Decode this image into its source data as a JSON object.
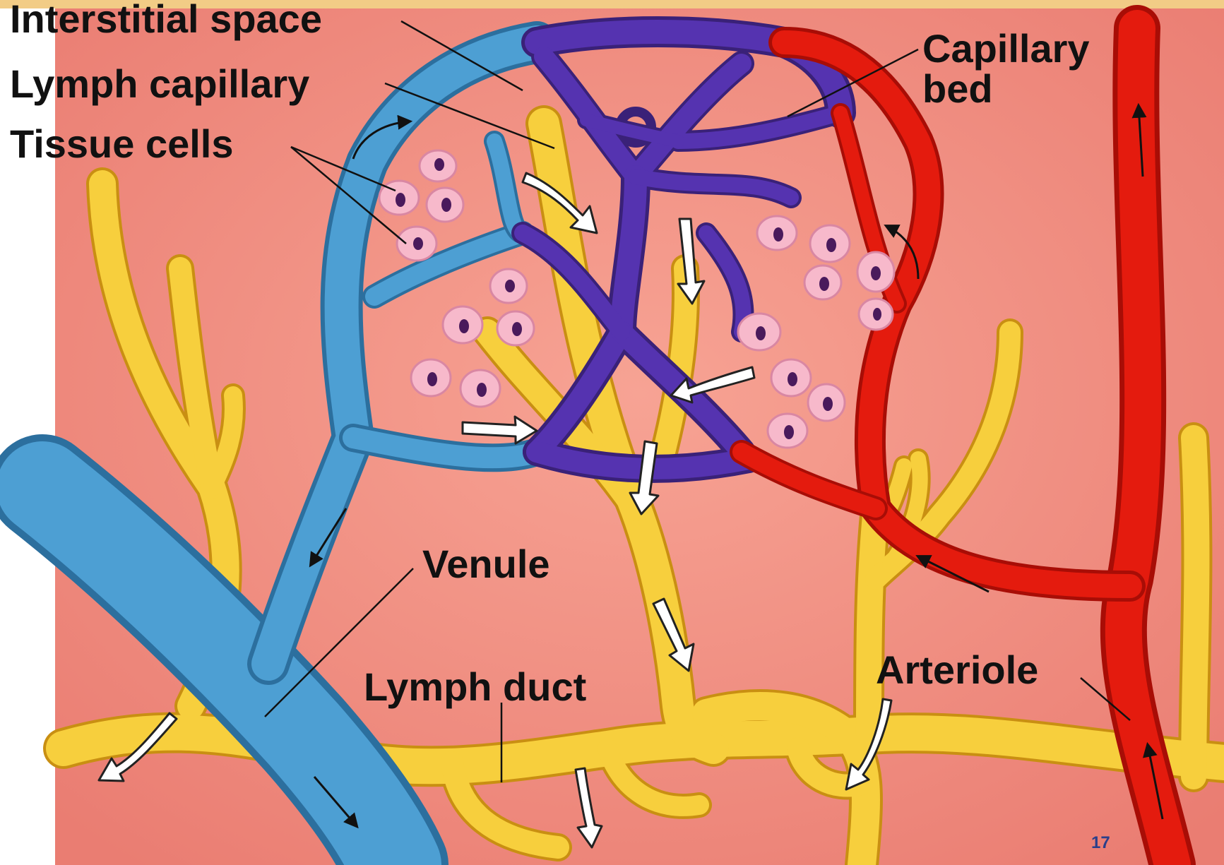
{
  "labels": {
    "interstitial_space": "Interstitial space",
    "lymph_capillary": "Lymph capillary",
    "tissue_cells": "Tissue cells",
    "capillary_bed_line1": "Capillary",
    "capillary_bed_line2": "bed",
    "venule": "Venule",
    "lymph_duct": "Lymph duct",
    "arteriole": "Arteriole"
  },
  "page_number": "17",
  "colors": {
    "tissue_background": "#ef8a80",
    "venule_blue": "#3f8fc4",
    "capillary_purple": "#4b2fa0",
    "arteriole_red": "#e0180c",
    "lymph_yellow": "#f6cc3a",
    "cell_pink": "#f7b9cb",
    "nucleus": "#4a1a5c",
    "top_bar": "#f2cc86"
  }
}
